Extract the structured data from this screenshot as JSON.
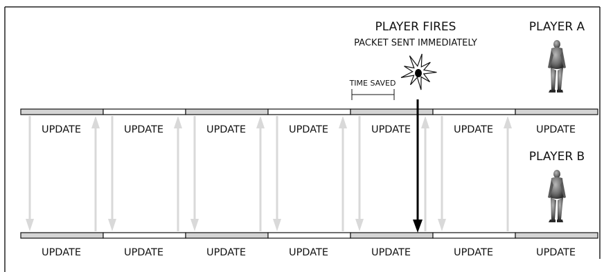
{
  "player_fires": "PLAYER FIRES",
  "packet_sent": "PACKET SENT IMMEDIATELY",
  "time_saved": "TIME SAVED",
  "player_a": "PLAYER A",
  "player_b": "PLAYER B",
  "top_row": {
    "segments": [
      {
        "label": "UPDATE",
        "shaded": true
      },
      {
        "label": "UPDATE",
        "shaded": false
      },
      {
        "label": "UPDATE",
        "shaded": true
      },
      {
        "label": "UPDATE",
        "shaded": false
      },
      {
        "label": "UPDATE",
        "shaded": true
      },
      {
        "label": "UPDATE",
        "shaded": false
      },
      {
        "label": "UPDATE",
        "shaded": true
      }
    ]
  },
  "bottom_row": {
    "segments": [
      {
        "label": "UPDATE",
        "shaded": true
      },
      {
        "label": "UPDATE",
        "shaded": false
      },
      {
        "label": "UPDATE",
        "shaded": true
      },
      {
        "label": "UPDATE",
        "shaded": false
      },
      {
        "label": "UPDATE",
        "shaded": true
      },
      {
        "label": "UPDATE",
        "shaded": false
      },
      {
        "label": "UPDATE",
        "shaded": true
      }
    ]
  },
  "colors": {
    "shaded_segment": "#d4d4d4",
    "update_arrow": "#d9d9d9",
    "fire_arrow": "#000000"
  },
  "icons": {
    "player_a": "soldier-figure-icon",
    "player_b": "soldier-figure-icon",
    "fire": "muzzle-flash-icon"
  }
}
